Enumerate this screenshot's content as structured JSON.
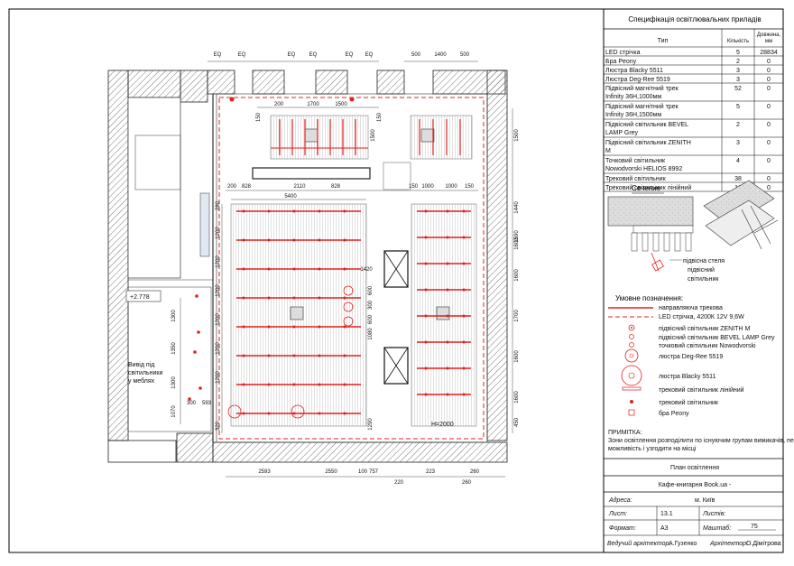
{
  "spec": {
    "title": "Специфікація освітлювальних приладів",
    "headers": [
      "Тип",
      "Кількість",
      "Довжина, мм"
    ],
    "rows": [
      [
        "LED стрічка",
        "5",
        "28834"
      ],
      [
        "Бра Peony",
        "2",
        "0"
      ],
      [
        "Люстра Blacky 5511",
        "3",
        "0"
      ],
      [
        "Люстра Deg-Ree 5519",
        "3",
        "0"
      ],
      [
        "Підвісний магнітний трек Infinity 36Н,1000мм",
        "52",
        "0"
      ],
      [
        "Підвісний магнітний трек Infinity 36Н,1500мм",
        "5",
        "0"
      ],
      [
        "Підвісний світильник BEVEL LAMP Grey",
        "2",
        "0"
      ],
      [
        "Підвісний світильник ZENITH M",
        "3",
        "0"
      ],
      [
        "Точковий світильник Nowodvorski HELIOS 8992",
        "4",
        "0"
      ],
      [
        "Трековий світильник",
        "38",
        "0"
      ],
      [
        "Трековий світильник лінійний",
        "16",
        "0"
      ]
    ]
  },
  "section": {
    "title": "Сечение",
    "labels": [
      "підвісна стеля",
      "підвісний світильник"
    ]
  },
  "legend": {
    "title": "Умовне позначення:",
    "items": [
      "направляюча трекова",
      "LED стрічка, 4200К 12V 9,6W",
      "підвісний світильник ZENITH M",
      "підвісний світильник BEVEL LAMP Grey",
      "точковий світильник Nowodvorski",
      "люстра Deg-Ree 5519",
      "люстра Blacky 5511",
      "трековий світильник лінійний",
      "трековий світильник",
      "бра Peony"
    ]
  },
  "note": {
    "title": "ПРИМІТКА:",
    "text": "Зони освітлення розподілити по існуючим групам вимикачів, перевірити можливість і узгодити на місці"
  },
  "title_block": {
    "drawing_name": "План освітлення",
    "project": "Кафе-книгарня Book.ua -",
    "address_label": "Адреса:",
    "address_value": "м. Київ",
    "sheet_label": "Лист:",
    "sheet_value": "13.1",
    "sheets_label": "Листів:",
    "sheets_value": "",
    "format_label": "Формат:",
    "format_value": "А3",
    "scale_label": "Маштаб:",
    "scale_value": "75",
    "architect_label": "Ведучий архітектор:",
    "architect_value": "А.Гузенко",
    "architect2_label": "Архітектор:",
    "architect2_value": "О.Дімітрова"
  },
  "plan": {
    "level_mark": "+2.778",
    "furniture_note": [
      "Вивід під",
      "світильники",
      "у меблях"
    ],
    "h_note": "H=2000",
    "dims_top": [
      "EQ",
      "EQ",
      "EQ",
      "EQ",
      "EQ",
      "EQ",
      "500",
      "1400",
      "500"
    ],
    "dims_upper": [
      "200",
      "1700",
      "1500",
      "150",
      "150"
    ],
    "dims_mid": [
      "200",
      "828",
      "2110",
      "828",
      "150",
      "1000",
      "1000",
      "150"
    ],
    "dim_5400": "5400",
    "dims_bottom": [
      "2593",
      "2550",
      "100",
      "757",
      "223",
      "260",
      "220",
      "260"
    ],
    "dims_left": [
      "1300",
      "1350",
      "1300",
      "1070",
      "300",
      "593"
    ],
    "dims_vert_left": [
      "280",
      "1200",
      "1200",
      "1200",
      "1200",
      "1200",
      "1200",
      "320"
    ],
    "dims_vert_right": [
      "1500",
      "1500",
      "1600",
      "1600",
      "1700",
      "1600",
      "1600",
      "450",
      "1440",
      "1590"
    ],
    "dims_inner": [
      "1420",
      "600",
      "300",
      "600",
      "1080",
      "1290",
      "230",
      "280"
    ]
  }
}
